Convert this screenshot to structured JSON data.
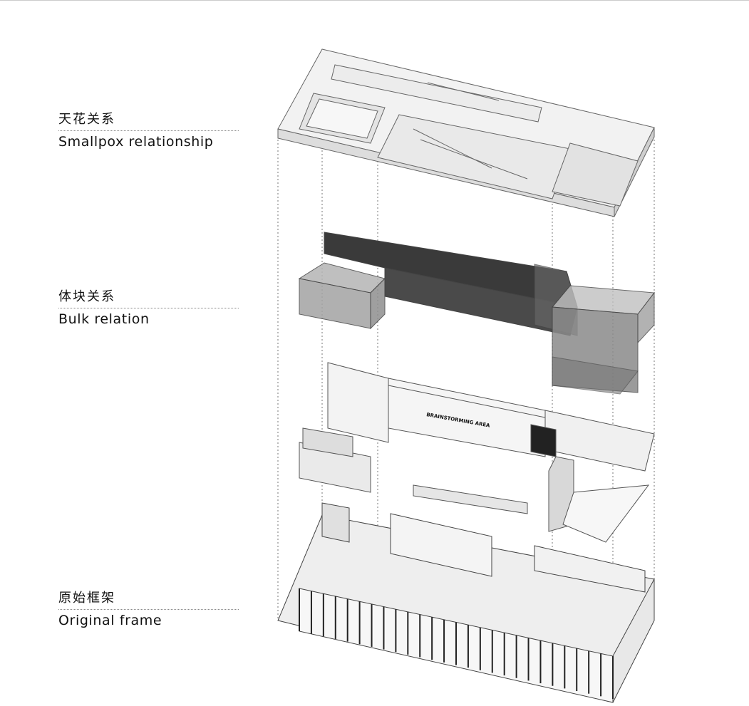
{
  "layers": [
    {
      "zh": "天花关系",
      "en": "Smallpox relationship"
    },
    {
      "zh": "体块关系",
      "en": "Bulk relation"
    },
    {
      "zh": "原始框架",
      "en": "Original frame"
    }
  ],
  "furniture_sign": "BRAINSTORMING AREA",
  "colors": {
    "line": "#555555",
    "bulk_dark": "#3a3a3a",
    "bulk_light": "#9a9a9a"
  }
}
